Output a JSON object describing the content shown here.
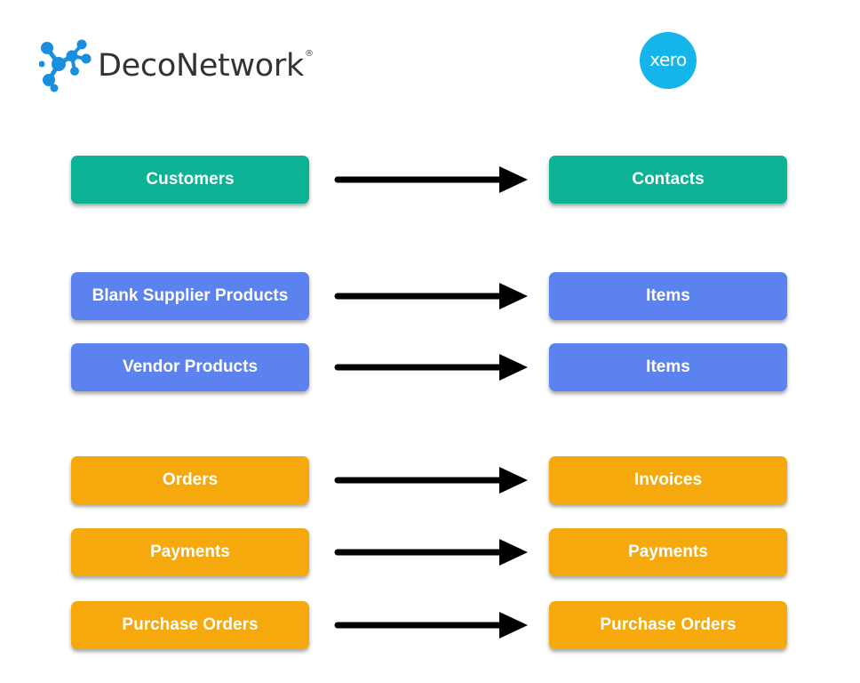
{
  "logos": {
    "left": {
      "name": "DecoNetwork",
      "registered": "®"
    },
    "right": {
      "name": "xero"
    }
  },
  "colors": {
    "teal": "#0bb294",
    "blue": "#5b82ee",
    "orange": "#f5a90c",
    "xero_blue": "#13b5ea",
    "deco_blue": "#1a8fe0"
  },
  "mappings": [
    {
      "source": "Customers",
      "target": "Contacts",
      "color": "teal"
    },
    {
      "source": "Blank Supplier Products",
      "target": "Items",
      "color": "blue"
    },
    {
      "source": "Vendor Products",
      "target": "Items",
      "color": "blue"
    },
    {
      "source": "Orders",
      "target": "Invoices",
      "color": "orange"
    },
    {
      "source": "Payments",
      "target": "Payments",
      "color": "orange"
    },
    {
      "source": "Purchase Orders",
      "target": "Purchase Orders",
      "color": "orange"
    }
  ]
}
